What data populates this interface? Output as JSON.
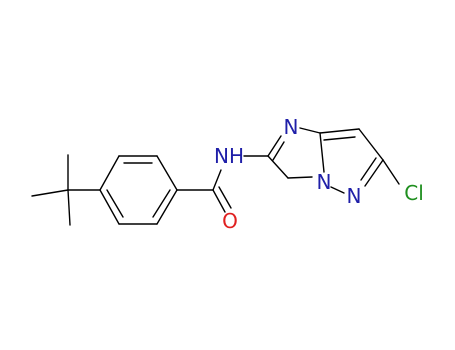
{
  "molecule": {
    "colors": {
      "bond": "#000000",
      "nitrogen": "#1f1fa8",
      "oxygen": "#e02020",
      "chlorine": "#1f8f1f"
    },
    "atom_labels": {
      "amide_nh": "NH",
      "carbonyl_o": "O",
      "imidazole_n": "N",
      "bridgehead_n": "N",
      "pyridazine_n": "N",
      "chlorine": "Cl"
    }
  }
}
